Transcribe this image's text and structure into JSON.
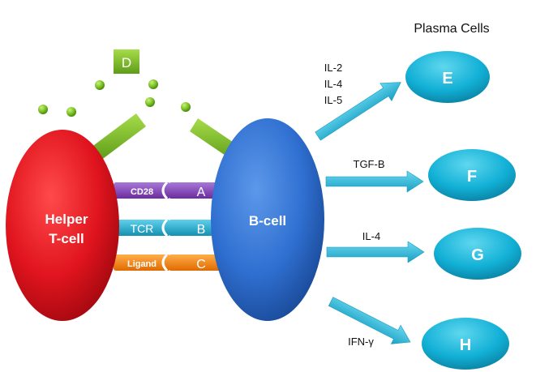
{
  "title": "Plasma Cells",
  "helper_cell": {
    "line1": "Helper",
    "line2": "T-cell"
  },
  "b_cell": {
    "label": "B-cell"
  },
  "receptors": [
    {
      "left": "CD28",
      "right": "A"
    },
    {
      "left": "TCR",
      "right": "B"
    },
    {
      "left": "Ligand",
      "right": "C"
    }
  ],
  "cytokine_box": {
    "label": "D"
  },
  "plasma_cells": [
    {
      "label": "E",
      "signals": [
        "IL-2",
        "IL-4",
        "IL-5"
      ]
    },
    {
      "label": "F",
      "signals": [
        "TGF-B"
      ]
    },
    {
      "label": "G",
      "signals": [
        "IL-4"
      ]
    },
    {
      "label": "H",
      "signals": [
        "IFN-γ"
      ]
    }
  ],
  "colors": {
    "helper_cell": "#e0141e",
    "b_cell": "#2f6fd0",
    "arrow": "#22b8d8",
    "plasma": "#12b0d6",
    "green": "#7cc225",
    "purple": "#7c3fae",
    "teal": "#1aa7c9",
    "orange": "#f07d10"
  }
}
